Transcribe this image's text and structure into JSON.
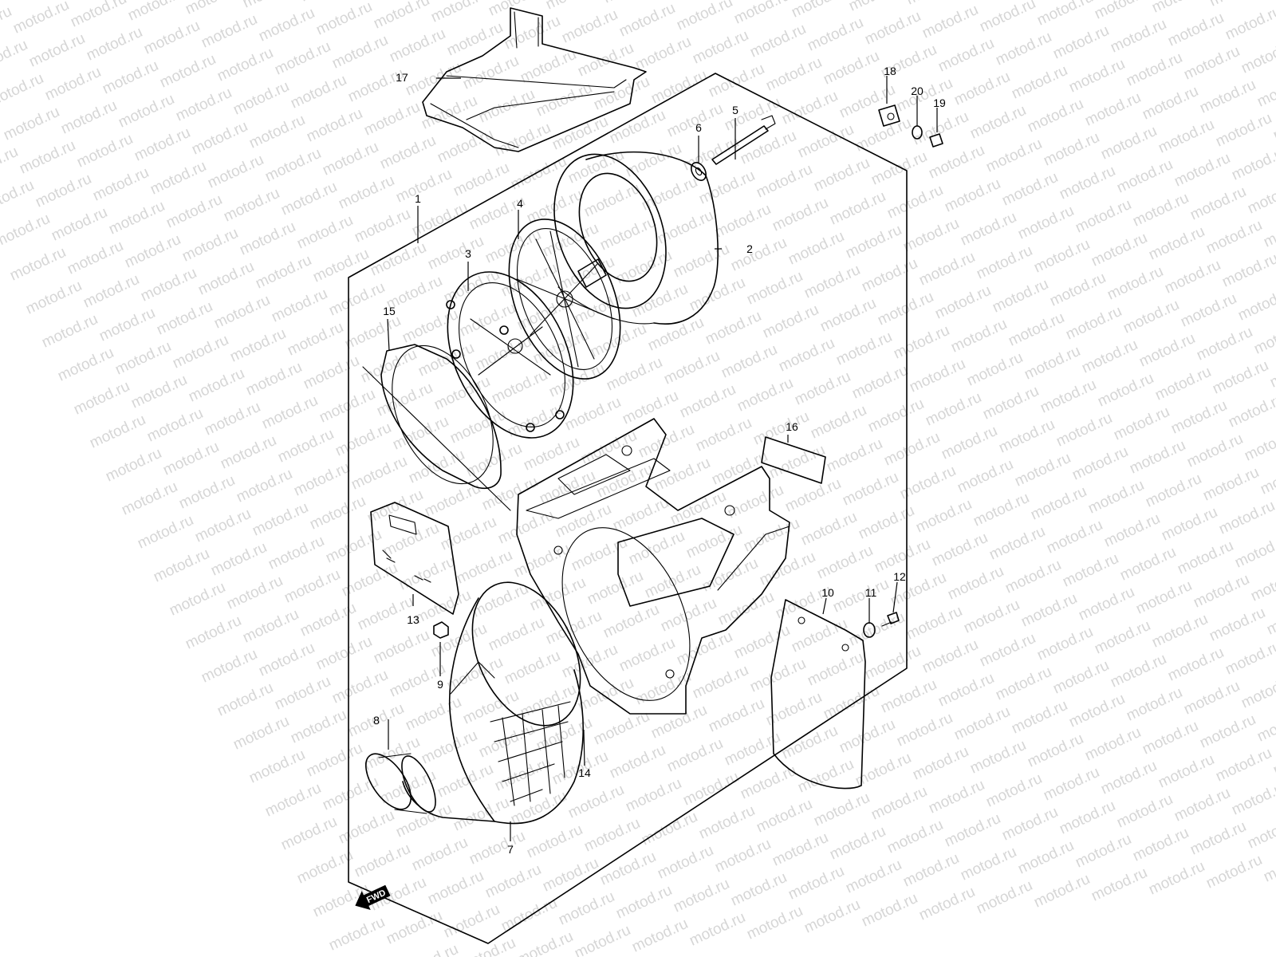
{
  "diagram": {
    "watermark": "motod.ru",
    "direction_label": "FWD",
    "part_numbers": [
      "1",
      "2",
      "3",
      "4",
      "5",
      "6",
      "7",
      "8",
      "9",
      "10",
      "11",
      "12",
      "13",
      "14",
      "15",
      "16",
      "17",
      "18",
      "19",
      "20"
    ]
  }
}
